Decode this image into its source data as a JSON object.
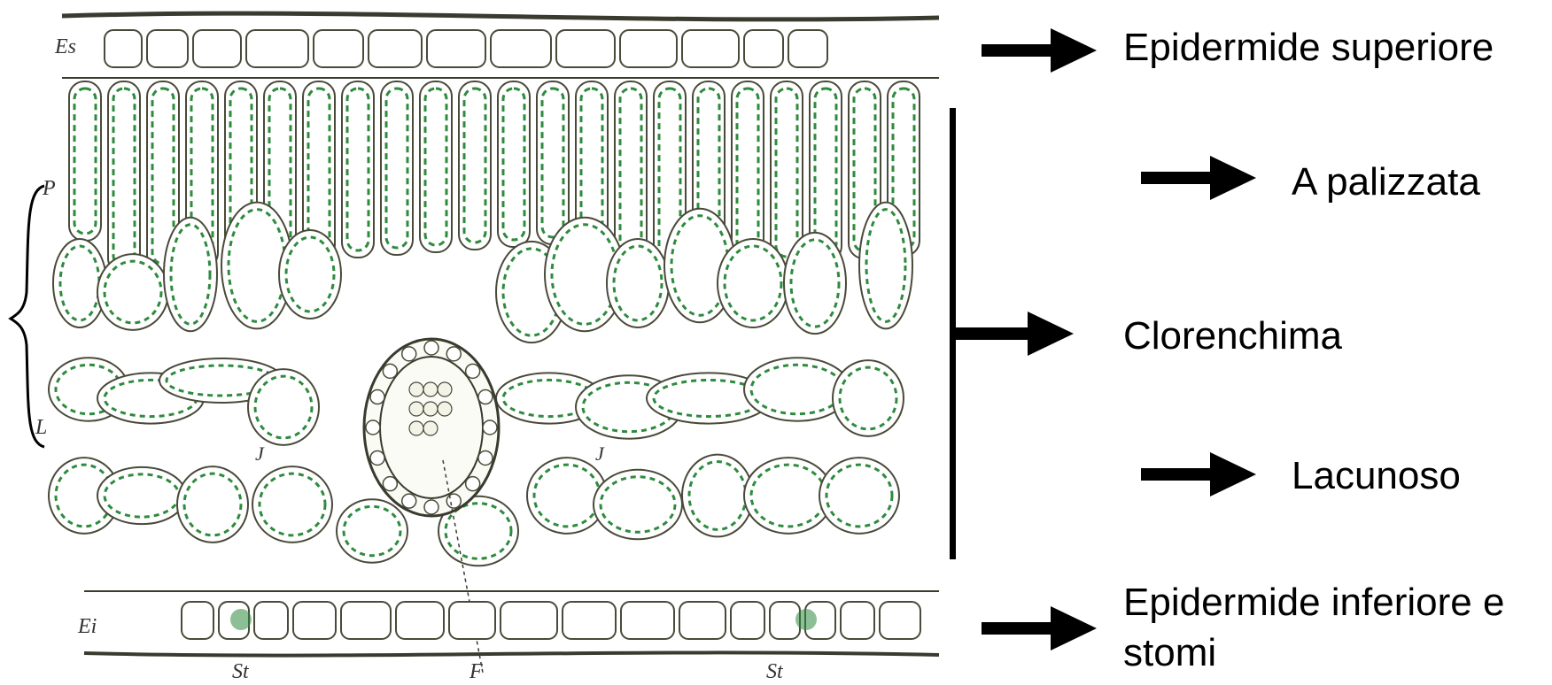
{
  "diagram": {
    "figure_letters": {
      "upper_epidermis": "Es",
      "lower_epidermis": "Ei",
      "palisade": "P",
      "spongy": "L",
      "lacuna": "J",
      "stoma": "St",
      "vein": "F"
    }
  },
  "labels": {
    "upper_epidermis": "Epidermide superiore",
    "palisade": "A palizzata",
    "chlorenchyma": "Clorenchima",
    "spongy": "Lacunoso",
    "lower_epidermis_line1": "Epidermide inferiore e",
    "lower_epidermis_line2": "stomi"
  },
  "colors": {
    "cell_outline": "#4a4a3a",
    "chloroplast": "#2e8b3e",
    "arrow": "#000000",
    "background": "#ffffff"
  }
}
